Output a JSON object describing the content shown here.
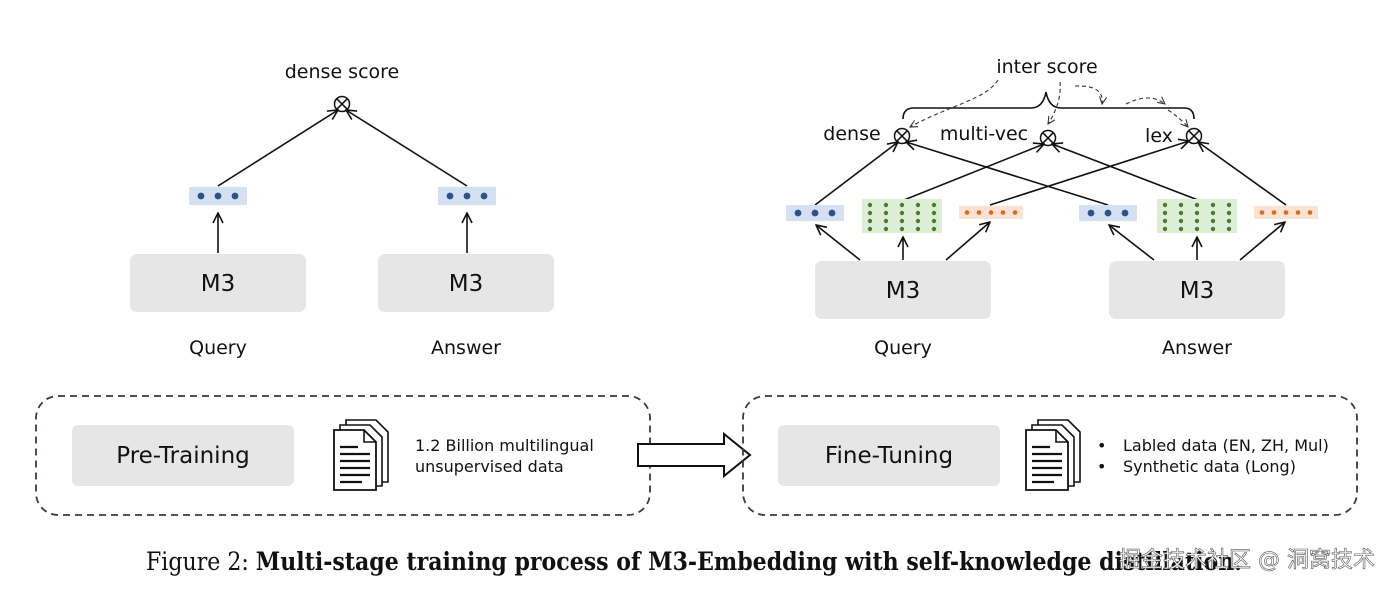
{
  "left_panel": {
    "score_label": "dense score",
    "model_label": "M3",
    "query_label": "Query",
    "answer_label": "Answer"
  },
  "right_panel": {
    "inter_score_label": "inter score",
    "dense_label": "dense",
    "multivec_label": "multi-vec",
    "lex_label": "lex",
    "model_label": "M3",
    "query_label": "Query",
    "answer_label": "Answer"
  },
  "pretraining": {
    "title": "Pre-Training",
    "data_line1": "1.2 Billion multilingual",
    "data_line2": "unsupervised data"
  },
  "finetuning": {
    "title": "Fine-Tuning",
    "bullet_symbol": "•",
    "items": [
      "Labled data (EN, ZH, Mul)",
      "Synthetic data (Long)"
    ]
  },
  "caption": {
    "prefix": "Figure 2: ",
    "bold": "Multi-stage training process of M3-Embedding with self-knowledge distillation."
  },
  "watermark": "掘金技术社区 @ 洞窝技术",
  "icons": [
    "otimes-icon",
    "document-stack-icon",
    "right-arrow-icon"
  ],
  "colors": {
    "model_box": "#e6e6e6",
    "dense_vec_bg": "#d5e0f2",
    "dense_dot": "#2f4f8f",
    "multivec_bg": "#dcefd4",
    "multivec_dot": "#4a7a34",
    "lex_bg": "#fbe2d2",
    "lex_dot": "#d96a1f",
    "dashed_border": "#333a4a"
  }
}
